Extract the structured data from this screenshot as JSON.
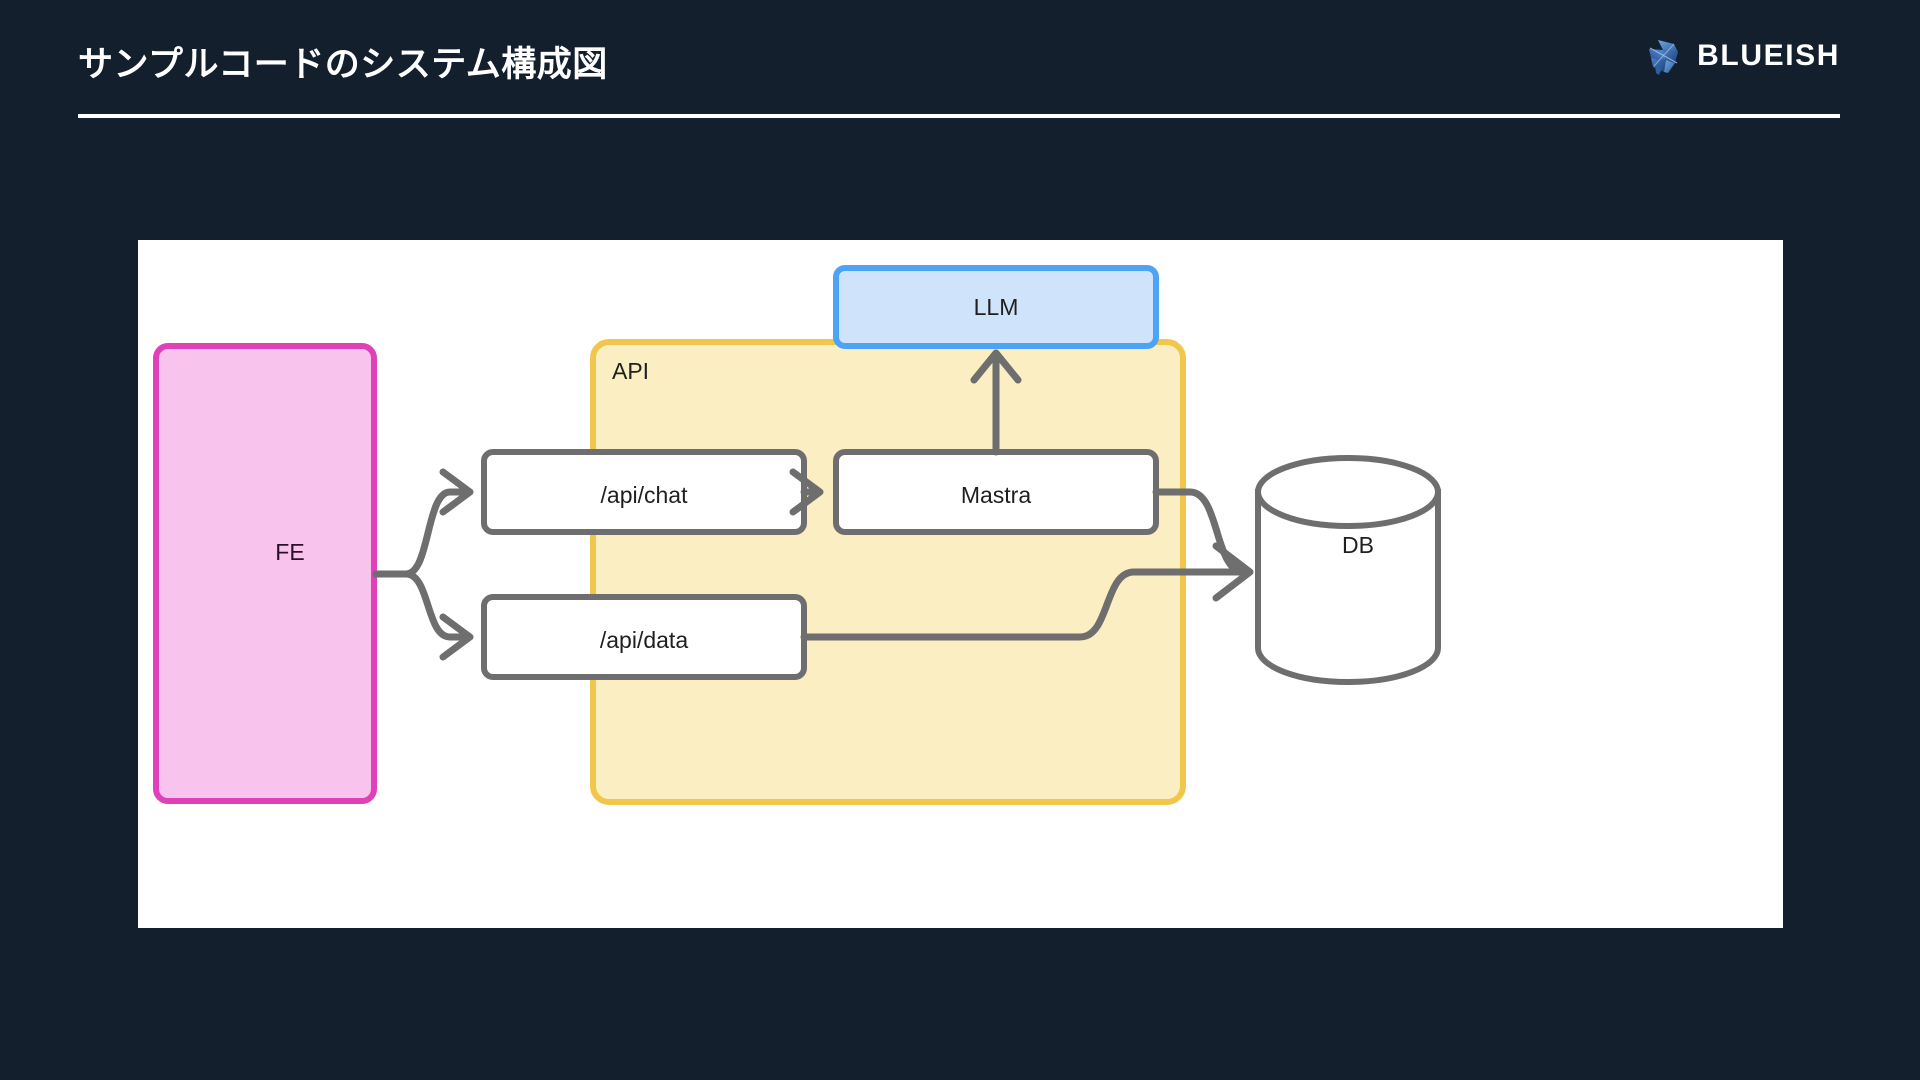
{
  "header": {
    "title": "サンプルコードのシステム構成図",
    "brand_name": "BLUEISH",
    "brand_icon": "blueish-crystal-logo-icon",
    "rule_color": "#ffffff"
  },
  "theme": {
    "background": "#141f2e",
    "canvas": "#ffffff",
    "stroke": "#6e6e6e",
    "text": "#1f1f1f"
  },
  "diagram": {
    "type": "system-architecture",
    "nodes": [
      {
        "id": "fe",
        "label": "FE",
        "shape": "rounded-rect",
        "fill": "#f8c3ec",
        "border": "#e040b8"
      },
      {
        "id": "api_chat",
        "label": "/api/chat",
        "shape": "rounded-rect",
        "fill": "#ffffff",
        "border": "#6e6e6e"
      },
      {
        "id": "api_data",
        "label": "/api/data",
        "shape": "rounded-rect",
        "fill": "#ffffff",
        "border": "#6e6e6e"
      },
      {
        "id": "mastra",
        "label": "Mastra",
        "shape": "rounded-rect",
        "fill": "#ffffff",
        "border": "#6e6e6e"
      },
      {
        "id": "llm",
        "label": "LLM",
        "shape": "rounded-rect",
        "fill": "#cfe4fa",
        "border": "#4da3f5"
      },
      {
        "id": "db",
        "label": "DB",
        "shape": "cylinder",
        "fill": "#ffffff",
        "border": "#6e6e6e"
      }
    ],
    "groups": [
      {
        "id": "api_group",
        "label": "API",
        "fill": "#fbeec2",
        "border": "#f0c64c"
      }
    ],
    "edges": [
      {
        "from": "fe",
        "to": "api_chat",
        "style": "curved-arrow"
      },
      {
        "from": "fe",
        "to": "api_data",
        "style": "curved-arrow"
      },
      {
        "from": "api_chat",
        "to": "mastra",
        "style": "straight-arrow"
      },
      {
        "from": "mastra",
        "to": "llm",
        "style": "straight-arrow-up"
      },
      {
        "from": "mastra",
        "to": "db",
        "style": "curved-arrow"
      },
      {
        "from": "api_data",
        "to": "db",
        "style": "curved-arrow"
      }
    ]
  }
}
